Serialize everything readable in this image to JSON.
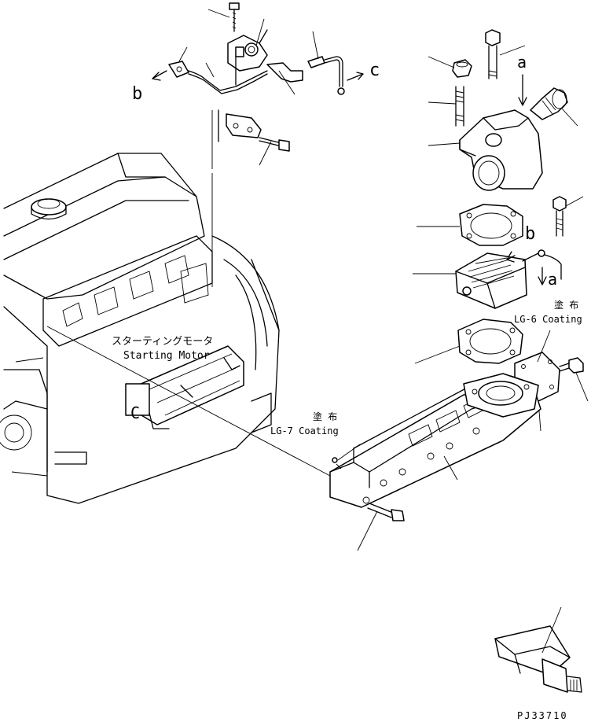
{
  "callouts": {
    "a_top": "a",
    "a_lower": "a",
    "b_left": "b",
    "b_right": "b",
    "c_top": "c",
    "c_motor": "C"
  },
  "labels": {
    "starting_motor_jp": "スターティングモータ",
    "starting_motor_en": "Starting Motor",
    "lg6_jp": "塗 布",
    "lg6_en": "LG-6 Coating",
    "lg7_jp": "塗 布",
    "lg7_en": "LG-7 Coating"
  },
  "drawing_number": "PJ33710"
}
